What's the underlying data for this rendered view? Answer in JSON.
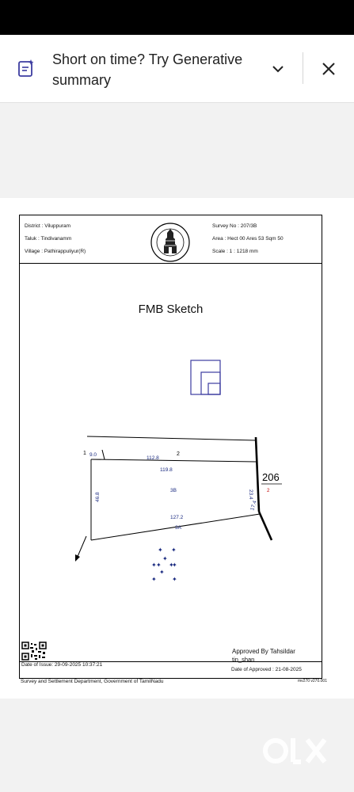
{
  "banner": {
    "text": "Short on time? Try Generative summary"
  },
  "header": {
    "district": "District : Viluppuram",
    "taluk": "Taluk : Tindivanamm",
    "village": "Village : Pathirappuliyur(R)",
    "survey_no": "Survey No : 207/3B",
    "area": "Area : Hect 00 Ares 53 Sqm 50",
    "scale": "Scale : 1 : 1218 mm"
  },
  "sketch": {
    "title": "FMB Sketch",
    "labels": {
      "n1": "1",
      "d9": "9.0",
      "d112": "112.8",
      "n2": "2",
      "d119": "119.8",
      "d46": "46.8",
      "s3b": "3B",
      "d127": "127.2",
      "s3a": "3A",
      "d234": "23.4",
      "d174": "17.4",
      "n206": "206",
      "n206sub": "2"
    }
  },
  "footer": {
    "date_issue": "Date of Issue: 29-09-2025 10:37:21",
    "approved_by": "Approved By Tahsildar",
    "signer": "tin_shan",
    "date_approved": "Date of Approved : 21-08-2025",
    "department": "Survey and Settlement Department, Government of TamilNadu",
    "version": "mv270 v270.001"
  },
  "colors": {
    "accent_blue": "#3c3ca0",
    "dim_blue": "#1a2a80",
    "red": "#c00000"
  }
}
